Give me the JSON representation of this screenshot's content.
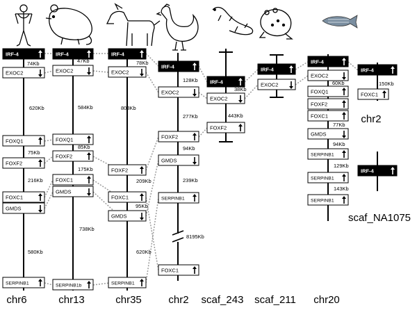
{
  "chromosome_labels": [
    "chr6",
    "chr13",
    "chr35",
    "chr2",
    "scaf_243",
    "scaf_211",
    "chr20",
    "chr2",
    "scaf_NA1075"
  ],
  "genes": {
    "irf4": "IRF-4",
    "exoc2": "EXOC2",
    "foxq1": "FOXQ1",
    "foxf2": "FOXF2",
    "foxc1": "FOXC1",
    "gmds": "GMDS",
    "serpinb1": "SERPINB1",
    "serpinb1b": "SERPINB1b"
  },
  "distances": {
    "chr6": [
      "74Kb",
      "620Kb",
      "75Kb",
      "216Kb",
      "580Kb"
    ],
    "chr13": [
      "47Kb",
      "584Kb",
      "85Kb",
      "175Kb",
      "738Kb"
    ],
    "chr35": [
      "78Kb",
      "808Kb",
      "209Kb",
      "95Kb",
      "620Kb"
    ],
    "chr2": [
      "128Kb",
      "277Kb",
      "94Kb",
      "239Kb",
      "8195Kb"
    ],
    "scaf_243": [
      "38Kb",
      "443Kb"
    ],
    "chr20": [
      "60Kb",
      "77Kb",
      "94Kb",
      "129Kb",
      "143Kb"
    ],
    "chr2_fish": [
      "150Kb"
    ]
  },
  "species_icons": [
    "human-icon",
    "mouse-icon",
    "dog-icon",
    "chicken-icon",
    "lizard-icon",
    "frog-icon",
    "zebrafish-icon"
  ],
  "colors": {
    "filled_box": "#000000",
    "line": "#000000",
    "dotted": "#9a9a9a"
  }
}
